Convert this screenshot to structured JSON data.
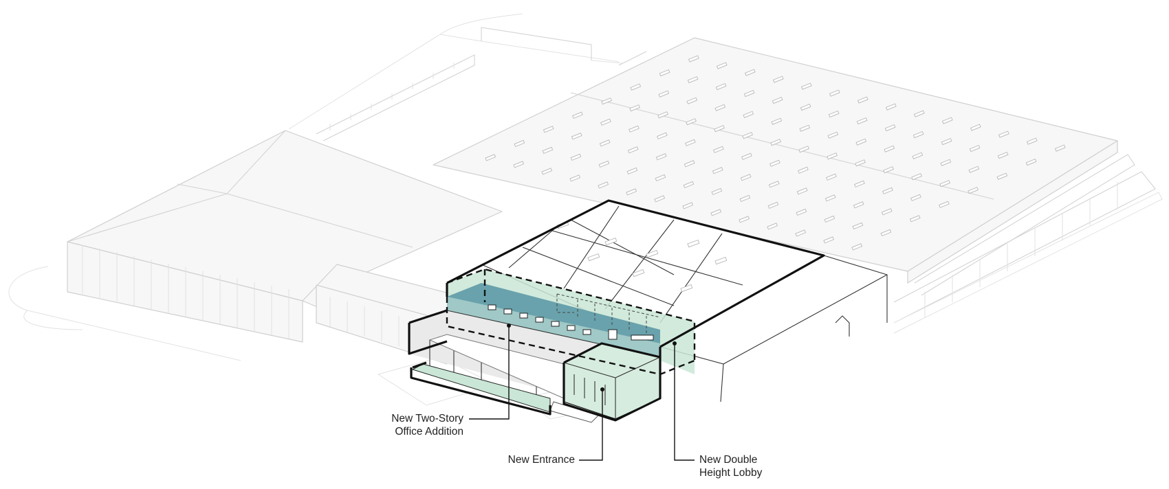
{
  "labels": {
    "office": {
      "line1": "New Two-Story",
      "line2": "Office Addition"
    },
    "entrance": {
      "line1": "New Entrance"
    },
    "lobby": {
      "line1": "New Double",
      "line2": "Height Lobby"
    }
  },
  "colors": {
    "ghost_fill": "#f7f7f7",
    "ghost_stroke": "#cfcfcf",
    "outline": "#111111",
    "mint": "#c9e6d6",
    "teal_band": "#5d9aa6",
    "lobby_green": "#d6ecdf"
  }
}
